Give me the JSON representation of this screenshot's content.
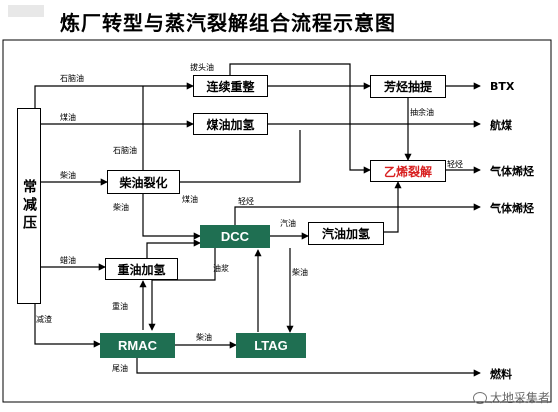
{
  "title": "炼厂转型与蒸汽裂解组合流程示意图",
  "units": {
    "atm": "常减压",
    "continuous_reform": "连续重整",
    "coal_oil_hydro": "煤油加氢",
    "diesel_cracking": "柴油裂化",
    "heavy_oil_hydro": "重油加氢",
    "dcc": "DCC",
    "diesel_hydro": "汽油加氢",
    "aromatic_extract": "芳烃抽提",
    "ethylene_cracking": "乙烯裂解",
    "rmac": "RMAC",
    "ltag": "LTAG"
  },
  "stream_labels": {
    "naphtha": "石脑油",
    "kerosene": "煤油",
    "diesel": "柴油",
    "wax_oil": "蜡油",
    "residue": "减渣",
    "raffinate_top": "拔头油",
    "raffinate": "抽余油",
    "light_hc1": "轻烃",
    "light_hc2": "轻烃",
    "naphtha2": "石脑油",
    "diesel2": "柴油",
    "coal_oil2": "煤油",
    "gasoline": "汽油",
    "slurry": "油浆",
    "diesel3": "柴油",
    "heavy_oil": "重油",
    "diesel4": "柴油",
    "tail_oil": "尾油"
  },
  "outputs": {
    "btx": "BTX",
    "jet": "航煤",
    "gas_olefin1": "气体烯烃",
    "gas_olefin2": "气体烯烃",
    "fuel": "燃料"
  },
  "watermark": "大地采集者"
}
